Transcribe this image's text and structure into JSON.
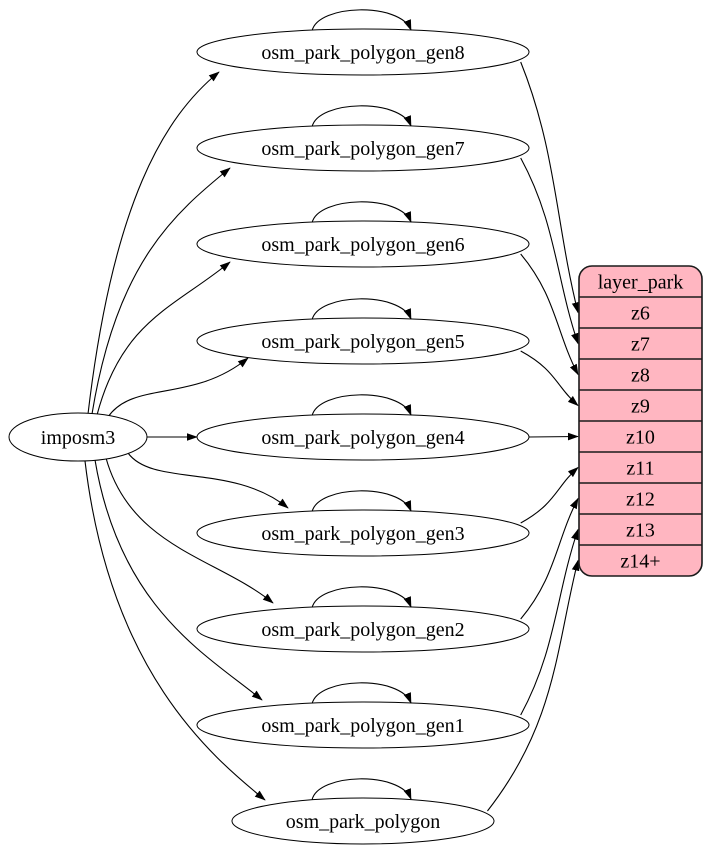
{
  "diagram": {
    "type": "graphviz-dependency-graph",
    "background": "#ffffff",
    "edge_color": "#000000",
    "node_fill": "#ffffff",
    "node_stroke": "#000000",
    "source_node": {
      "label": "imposm3"
    },
    "process_nodes": [
      {
        "label": "osm_park_polygon_gen8"
      },
      {
        "label": "osm_park_polygon_gen7"
      },
      {
        "label": "osm_park_polygon_gen6"
      },
      {
        "label": "osm_park_polygon_gen5"
      },
      {
        "label": "osm_park_polygon_gen4"
      },
      {
        "label": "osm_park_polygon_gen3"
      },
      {
        "label": "osm_park_polygon_gen2"
      },
      {
        "label": "osm_park_polygon_gen1"
      },
      {
        "label": "osm_park_polygon"
      }
    ],
    "layer_table": {
      "title": "layer_park",
      "rows": [
        "z6",
        "z7",
        "z8",
        "z9",
        "z10",
        "z11",
        "z12",
        "z13",
        "z14+"
      ],
      "fill": "#ffb6c1",
      "stroke": "#1a1a1a"
    },
    "edges": {
      "source_to_nodes": [
        {
          "from": "imposm3",
          "to": "osm_park_polygon_gen8"
        },
        {
          "from": "imposm3",
          "to": "osm_park_polygon_gen7"
        },
        {
          "from": "imposm3",
          "to": "osm_park_polygon_gen6"
        },
        {
          "from": "imposm3",
          "to": "osm_park_polygon_gen5"
        },
        {
          "from": "imposm3",
          "to": "osm_park_polygon_gen4"
        },
        {
          "from": "imposm3",
          "to": "osm_park_polygon_gen3"
        },
        {
          "from": "imposm3",
          "to": "osm_park_polygon_gen2"
        },
        {
          "from": "imposm3",
          "to": "osm_park_polygon_gen1"
        },
        {
          "from": "imposm3",
          "to": "osm_park_polygon"
        }
      ],
      "self_loops": [
        {
          "from": "osm_park_polygon_gen8",
          "to": "osm_park_polygon_gen8"
        },
        {
          "from": "osm_park_polygon_gen7",
          "to": "osm_park_polygon_gen7"
        },
        {
          "from": "osm_park_polygon_gen6",
          "to": "osm_park_polygon_gen6"
        },
        {
          "from": "osm_park_polygon_gen5",
          "to": "osm_park_polygon_gen5"
        },
        {
          "from": "osm_park_polygon_gen4",
          "to": "osm_park_polygon_gen4"
        },
        {
          "from": "osm_park_polygon_gen3",
          "to": "osm_park_polygon_gen3"
        },
        {
          "from": "osm_park_polygon_gen2",
          "to": "osm_park_polygon_gen2"
        },
        {
          "from": "osm_park_polygon_gen1",
          "to": "osm_park_polygon_gen1"
        },
        {
          "from": "osm_park_polygon",
          "to": "osm_park_polygon"
        }
      ],
      "node_to_layer_rows": [
        {
          "from": "osm_park_polygon_gen8",
          "to": "z6"
        },
        {
          "from": "osm_park_polygon_gen7",
          "to": "z7"
        },
        {
          "from": "osm_park_polygon_gen6",
          "to": "z8"
        },
        {
          "from": "osm_park_polygon_gen5",
          "to": "z9"
        },
        {
          "from": "osm_park_polygon_gen4",
          "to": "z10"
        },
        {
          "from": "osm_park_polygon_gen3",
          "to": "z11"
        },
        {
          "from": "osm_park_polygon_gen2",
          "to": "z12"
        },
        {
          "from": "osm_park_polygon_gen1",
          "to": "z13"
        },
        {
          "from": "osm_park_polygon",
          "to": "z14+"
        }
      ]
    }
  }
}
